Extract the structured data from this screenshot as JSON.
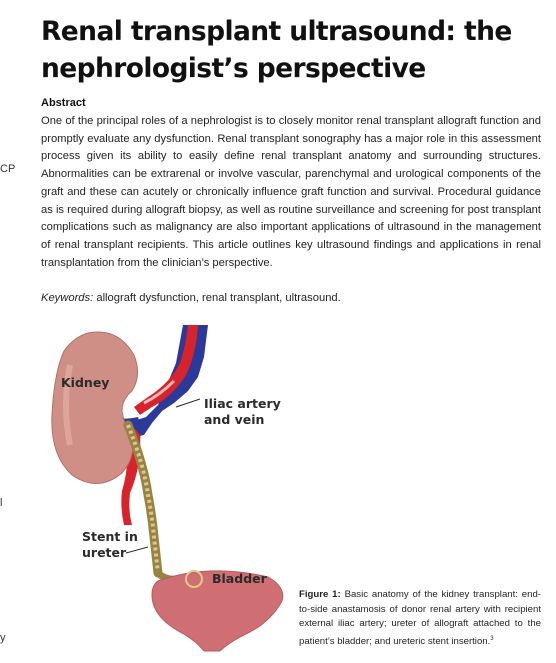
{
  "title": "Renal transplant ultrasound: the nephrologist’s perspective",
  "abstract": {
    "heading": "Abstract",
    "text": "One of the principal roles of a nephrologist is to closely monitor renal transplant allograft function and promptly evaluate any dysfunction. Renal transplant sonography has a major role in this assessment process given its ability to easily define renal transplant anatomy and surrounding structures. Abnormalities can be extrarenal or involve vascular, parenchymal and urological components of the graft and these can acutely or chronically influence graft function and survival. Procedural guidance as is required during allograft biopsy, as well as routine surveillance and screening for post transplant complications such as malignancy are also important applications of ultrasound in the management of renal transplant recipients. This article outlines key ultrasound findings and applications in renal transplantation from the clinician’s perspective."
  },
  "keywords": {
    "label": "Keywords:",
    "text": "allograft dysfunction, renal transplant, ultrasound."
  },
  "margin_fragments": {
    "cp": "CP",
    "bar": "l",
    "y": "y"
  },
  "figure": {
    "labels": {
      "kidney": "Kidney",
      "iliac_line1": "Iliac artery",
      "iliac_line2": "and vein",
      "stent_line1": "Stent in",
      "stent_line2": "ureter",
      "bladder": "Bladder"
    },
    "colors": {
      "kidney": "#cf8f86",
      "artery": "#d8232a",
      "vein": "#2b3a9a",
      "ureter": "#b9a05a",
      "bladder": "#cf6f73"
    },
    "caption": {
      "label": "Figure 1:",
      "text": "Basic anatomy of the kidney transplant: end-to-side anastamosis of donor renal artery with recipient external iliac artery; ureter of allograft attached to the patient’s bladder; and ureteric stent insertion.",
      "ref": "3"
    }
  }
}
